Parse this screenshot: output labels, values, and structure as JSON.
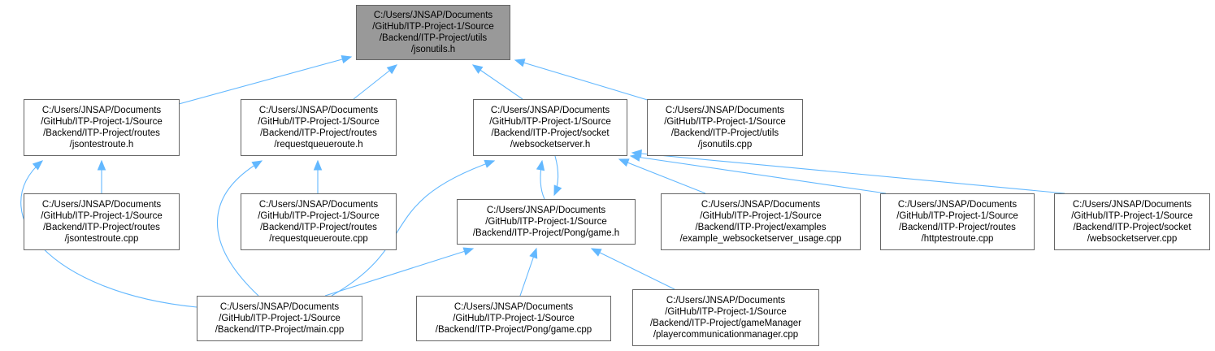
{
  "edge_color": "#63b8ff",
  "root_fill": "#999999",
  "nodes": [
    {
      "id": "jsonutils_h",
      "lines": [
        "C:/Users/JNSAP/Documents",
        "/GitHub/ITP-Project-1/Source",
        "/Backend/ITP-Project/utils",
        "/jsonutils.h"
      ],
      "root": true
    },
    {
      "id": "jsontestroute_h",
      "lines": [
        "C:/Users/JNSAP/Documents",
        "/GitHub/ITP-Project-1/Source",
        "/Backend/ITP-Project/routes",
        "/jsontestroute.h"
      ]
    },
    {
      "id": "requestqueueroute_h",
      "lines": [
        "C:/Users/JNSAP/Documents",
        "/GitHub/ITP-Project-1/Source",
        "/Backend/ITP-Project/routes",
        "/requestqueueroute.h"
      ]
    },
    {
      "id": "websocketserver_h",
      "lines": [
        "C:/Users/JNSAP/Documents",
        "/GitHub/ITP-Project-1/Source",
        "/Backend/ITP-Project/socket",
        "/websocketserver.h"
      ]
    },
    {
      "id": "jsonutils_cpp",
      "lines": [
        "C:/Users/JNSAP/Documents",
        "/GitHub/ITP-Project-1/Source",
        "/Backend/ITP-Project/utils",
        "/jsonutils.cpp"
      ]
    },
    {
      "id": "jsontestroute_cpp",
      "lines": [
        "C:/Users/JNSAP/Documents",
        "/GitHub/ITP-Project-1/Source",
        "/Backend/ITP-Project/routes",
        "/jsontestroute.cpp"
      ]
    },
    {
      "id": "requestqueueroute_cpp",
      "lines": [
        "C:/Users/JNSAP/Documents",
        "/GitHub/ITP-Project-1/Source",
        "/Backend/ITP-Project/routes",
        "/requestqueueroute.cpp"
      ]
    },
    {
      "id": "game_h",
      "lines": [
        "C:/Users/JNSAP/Documents",
        "/GitHub/ITP-Project-1/Source",
        "/Backend/ITP-Project/Pong/game.h"
      ]
    },
    {
      "id": "example_ws_usage_cpp",
      "lines": [
        "C:/Users/JNSAP/Documents",
        "/GitHub/ITP-Project-1/Source",
        "/Backend/ITP-Project/examples",
        "/example_websocketserver_usage.cpp"
      ]
    },
    {
      "id": "httptestroute_cpp",
      "lines": [
        "C:/Users/JNSAP/Documents",
        "/GitHub/ITP-Project-1/Source",
        "/Backend/ITP-Project/routes",
        "/httptestroute.cpp"
      ]
    },
    {
      "id": "websocketserver_cpp",
      "lines": [
        "C:/Users/JNSAP/Documents",
        "/GitHub/ITP-Project-1/Source",
        "/Backend/ITP-Project/socket",
        "/websocketserver.cpp"
      ]
    },
    {
      "id": "main_cpp",
      "lines": [
        "C:/Users/JNSAP/Documents",
        "/GitHub/ITP-Project-1/Source",
        "/Backend/ITP-Project/main.cpp"
      ]
    },
    {
      "id": "game_cpp",
      "lines": [
        "C:/Users/JNSAP/Documents",
        "/GitHub/ITP-Project-1/Source",
        "/Backend/ITP-Project/Pong/game.cpp"
      ]
    },
    {
      "id": "playercomm_cpp",
      "lines": [
        "C:/Users/JNSAP/Documents",
        "/GitHub/ITP-Project-1/Source",
        "/Backend/ITP-Project/gameManager",
        "/playercommunicationmanager.cpp"
      ]
    }
  ],
  "edges": [
    {
      "from": "jsontestroute_h",
      "to": "jsonutils_h"
    },
    {
      "from": "requestqueueroute_h",
      "to": "jsonutils_h"
    },
    {
      "from": "websocketserver_h",
      "to": "jsonutils_h"
    },
    {
      "from": "jsonutils_cpp",
      "to": "jsonutils_h"
    },
    {
      "from": "jsontestroute_cpp",
      "to": "jsontestroute_h"
    },
    {
      "from": "main_cpp",
      "to": "jsontestroute_h"
    },
    {
      "from": "requestqueueroute_cpp",
      "to": "requestqueueroute_h"
    },
    {
      "from": "main_cpp",
      "to": "requestqueueroute_h"
    },
    {
      "from": "main_cpp",
      "to": "websocketserver_h"
    },
    {
      "from": "game_h",
      "to": "websocketserver_h"
    },
    {
      "from": "websocketserver_h",
      "to": "game_h"
    },
    {
      "from": "example_ws_usage_cpp",
      "to": "websocketserver_h"
    },
    {
      "from": "httptestroute_cpp",
      "to": "websocketserver_h"
    },
    {
      "from": "websocketserver_cpp",
      "to": "websocketserver_h"
    },
    {
      "from": "main_cpp",
      "to": "game_h"
    },
    {
      "from": "game_cpp",
      "to": "game_h"
    },
    {
      "from": "playercomm_cpp",
      "to": "game_h"
    }
  ]
}
